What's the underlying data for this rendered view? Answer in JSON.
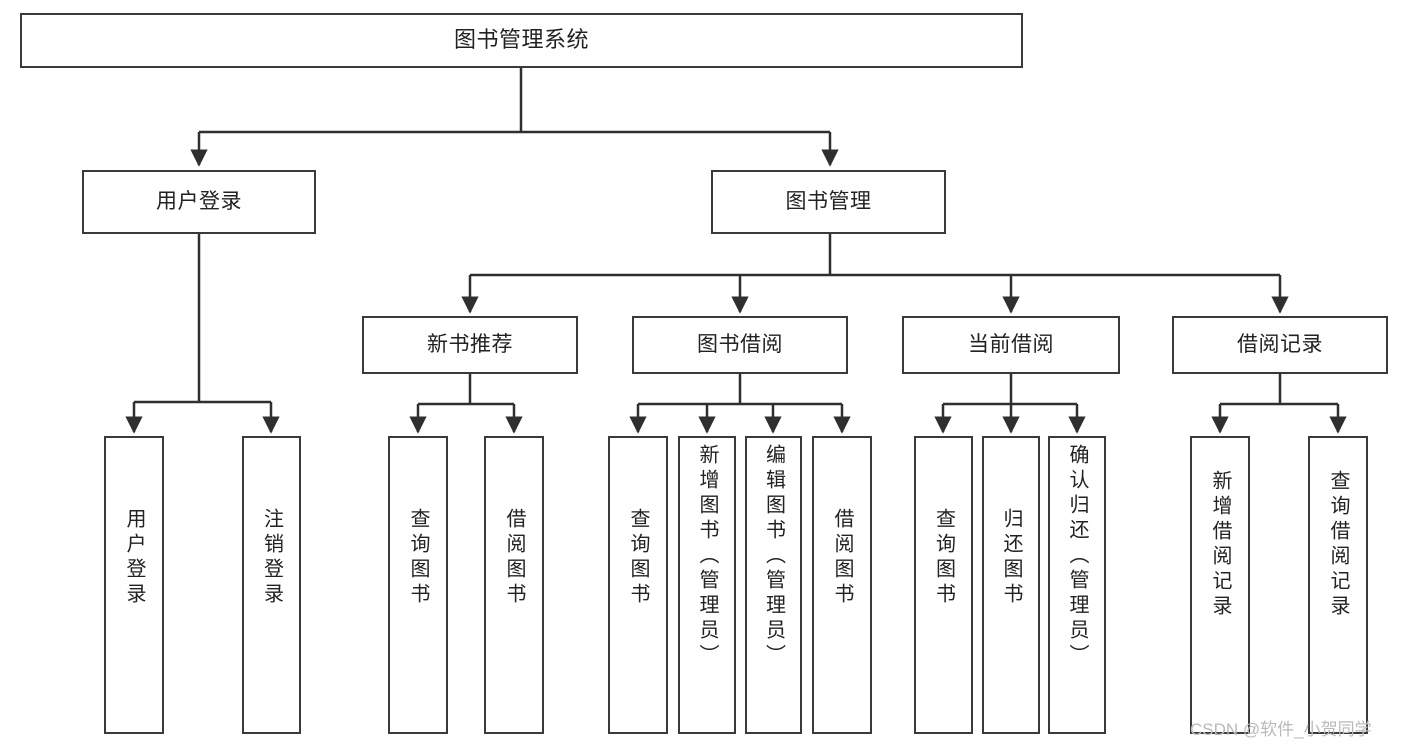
{
  "diagram": {
    "title": "图书管理系统",
    "type": "tree-hierarchy-chart",
    "colors": {
      "box_border": "#3a3a3a",
      "box_fill": "#ffffff",
      "edge": "#2f2f2f",
      "text": "#222222",
      "watermark": "#b9b9b9",
      "background": "#ffffff"
    }
  },
  "watermark": {
    "text": "CSDN @软件_小贺同学"
  },
  "nodes": {
    "root": {
      "label": "图书管理系统"
    },
    "level2": [
      {
        "id": "user-login",
        "label": "用户登录"
      },
      {
        "id": "book-management",
        "label": "图书管理"
      }
    ],
    "level3": [
      {
        "id": "new-book-recommend",
        "label": "新书推荐"
      },
      {
        "id": "book-borrow",
        "label": "图书借阅"
      },
      {
        "id": "current-borrow",
        "label": "当前借阅"
      },
      {
        "id": "borrow-record",
        "label": "借阅记录"
      }
    ],
    "leaves": {
      "user_login": [
        {
          "id": "leaf-user-login",
          "label": "用户登录"
        },
        {
          "id": "leaf-logout-login",
          "label": "注销登录"
        }
      ],
      "new_book_recommend": [
        {
          "id": "leaf-query-book-1",
          "label": "查询图书"
        },
        {
          "id": "leaf-borrow-book-1",
          "label": "借阅图书"
        }
      ],
      "book_borrow": [
        {
          "id": "leaf-query-book-2",
          "label": "查询图书"
        },
        {
          "id": "leaf-add-book",
          "label": "新增图书（管理员）"
        },
        {
          "id": "leaf-edit-book",
          "label": "编辑图书（管理员）"
        },
        {
          "id": "leaf-borrow-book-2",
          "label": "借阅图书"
        }
      ],
      "current_borrow": [
        {
          "id": "leaf-query-book-3",
          "label": "查询图书"
        },
        {
          "id": "leaf-return-book",
          "label": "归还图书"
        },
        {
          "id": "leaf-confirm-return",
          "label": "确认归还（管理员）"
        }
      ],
      "borrow_record": [
        {
          "id": "leaf-add-record",
          "label": "新增借阅记录"
        },
        {
          "id": "leaf-query-record",
          "label": "查询借阅记录"
        }
      ]
    }
  }
}
